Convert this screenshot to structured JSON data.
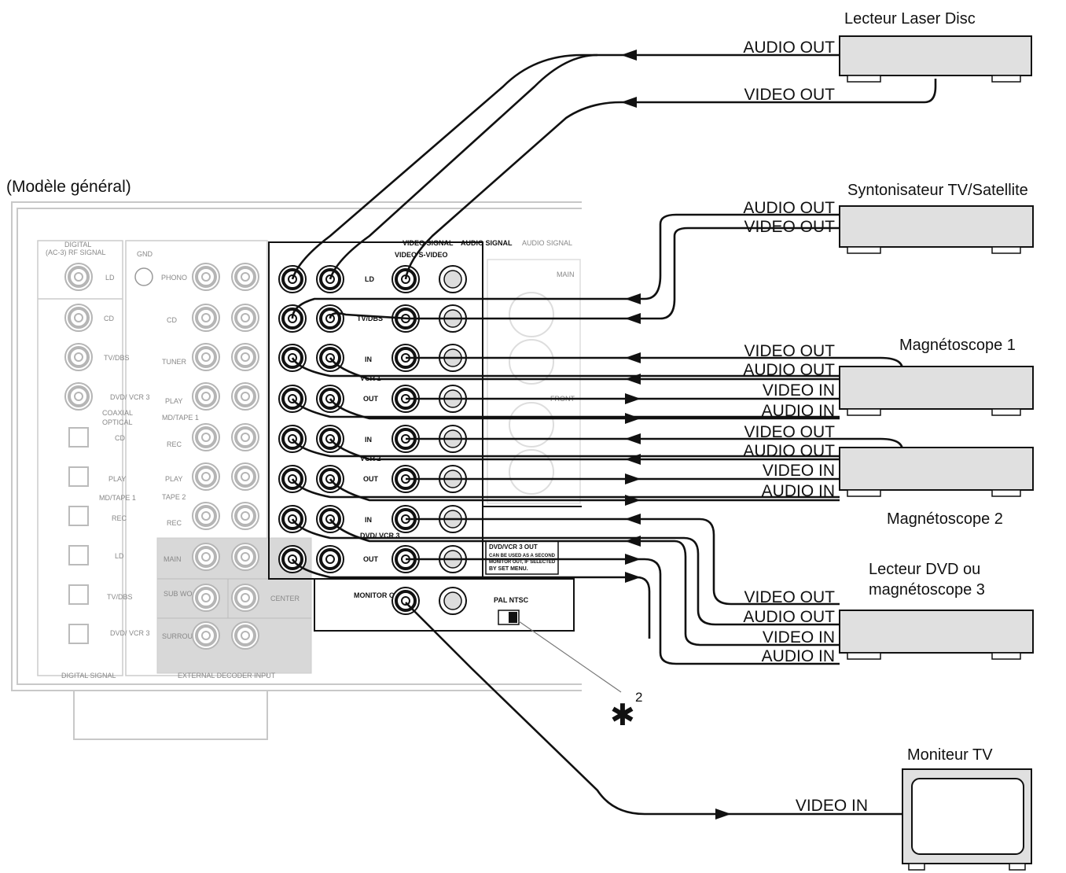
{
  "model_label": "(Modèle général)",
  "devices": {
    "laserdisc": "Lecteur Laser Disc",
    "tuner": "Syntonisateur TV/Satellite",
    "vcr1": "Magnétoscope 1",
    "vcr2": "Magnétoscope 2",
    "dvd_line1": "Lecteur DVD ou",
    "dvd_line2": "magnétoscope 3",
    "monitor": "Moniteur TV"
  },
  "ports": {
    "audio_out": "AUDIO OUT",
    "video_out": "VIDEO OUT",
    "video_in": "VIDEO IN",
    "audio_in": "AUDIO IN"
  },
  "note": {
    "star": "✱",
    "number": "2"
  },
  "panel": {
    "digital_title1": "DIGITAL",
    "digital_title2": "(AC-3) RF SIGNAL",
    "gnd": "GND",
    "phono": "PHONO",
    "ld": "LD",
    "cd": "CD",
    "tv_dbs": "TV/DBS",
    "dvd_vcr3": "DVD/ VCR 3",
    "coaxial": "COAXIAL",
    "optical": "OPTICAL",
    "play": "PLAY",
    "rec": "REC",
    "md_tape1": "MD/TAPE 1",
    "tape2": "TAPE 2",
    "tuner": "TUNER",
    "main": "MAIN",
    "sub_woofer": "SUB WOOFER",
    "surround": "SURROUND",
    "center": "CENTER",
    "in": "IN",
    "out": "OUT",
    "vcr1": "VCR 1",
    "vcr2": "VCR 2",
    "dvd_vcr3_short": "DVD/ VCR 3",
    "monitor_out": "MONITOR OUT",
    "video_signal": "VIDEO SIGNAL",
    "audio_signal": "AUDIO SIGNAL",
    "video_svideo": "VIDEO  S-VIDEO",
    "dvd_out_note1": "DVD/VCR 3 OUT",
    "dvd_out_note2": "CAN BE USED AS A SECOND",
    "dvd_out_note3": "MONITOR OUT, IF SELECTED",
    "dvd_out_note4": "BY SET MENU.",
    "pal_ntsc": "PAL NTSC",
    "main_r": "MAIN",
    "front": "FRONT",
    "digital_signal": "DIGITAL SIGNAL",
    "external_decoder": "EXTERNAL DECODER INPUT"
  }
}
